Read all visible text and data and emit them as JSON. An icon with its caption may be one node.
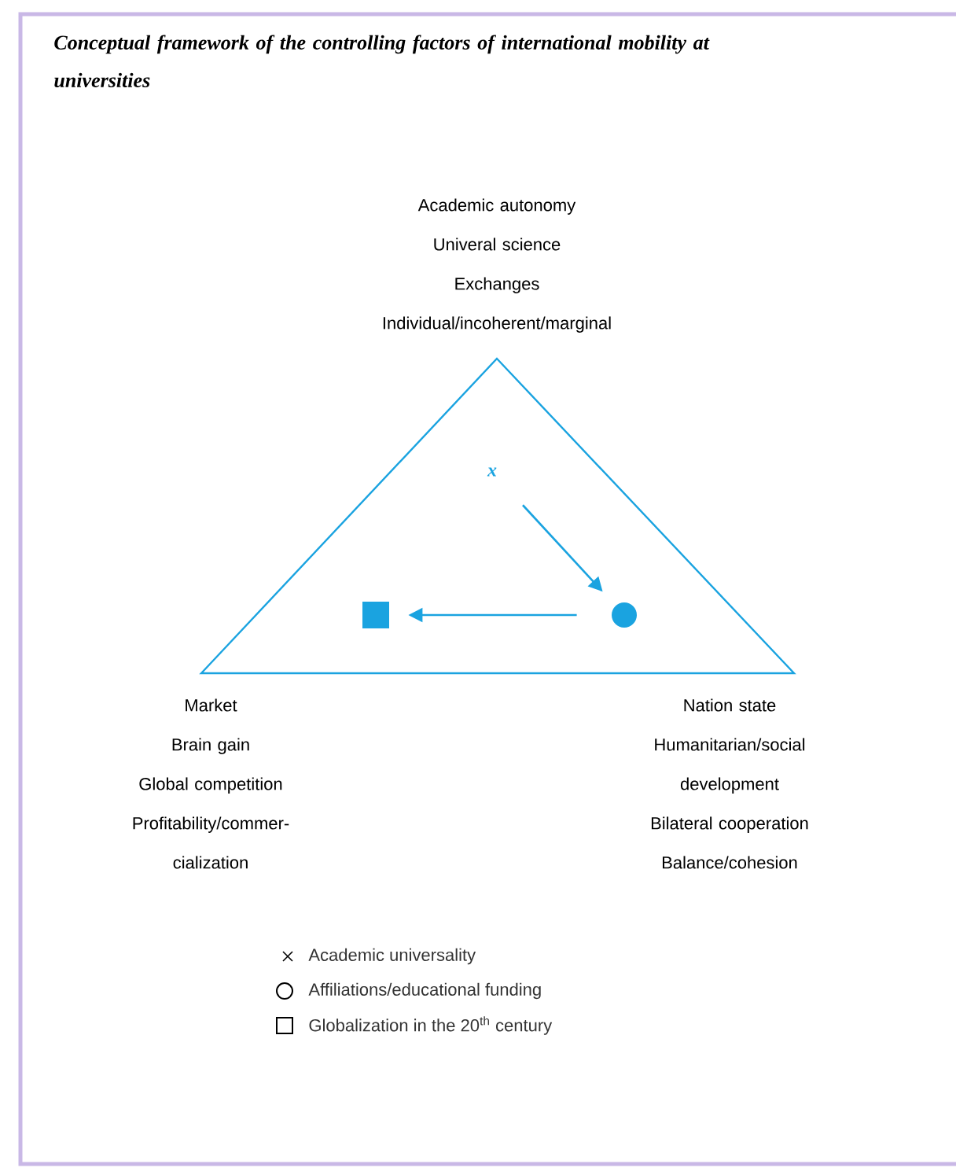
{
  "diagram": {
    "title": "Conceptual framework of the controlling factors of international mobility at universities",
    "nodes": [
      {
        "text": [
          "x"
        ]
      },
      {
        "text": [],
        "shape": "circle"
      },
      {
        "text": [],
        "shape": "box"
      }
    ],
    "edges": [
      {
        "from": 0,
        "to": 1,
        "arrow": "to"
      },
      {
        "from": 1,
        "to": 2,
        "arrow": "to"
      }
    ],
    "labels": [
      "Academic autonomy",
      "Univeral science",
      "Exchanges",
      "Individual/incoherent/marginal",
      "Market",
      "Brain gain",
      "Global competition",
      "Profitability/commer- cialization",
      "Nation state",
      "Humanitarian/social development",
      "Bilateral cooperation",
      "Balance/cohesion"
    ],
    "legend": [
      {
        "text": "Academic universality"
      },
      {
        "text": "Affiliations/educational funding"
      },
      {
        "text": "Globalization in the 20$^{th}$ century"
      }
    ]
  }
}
